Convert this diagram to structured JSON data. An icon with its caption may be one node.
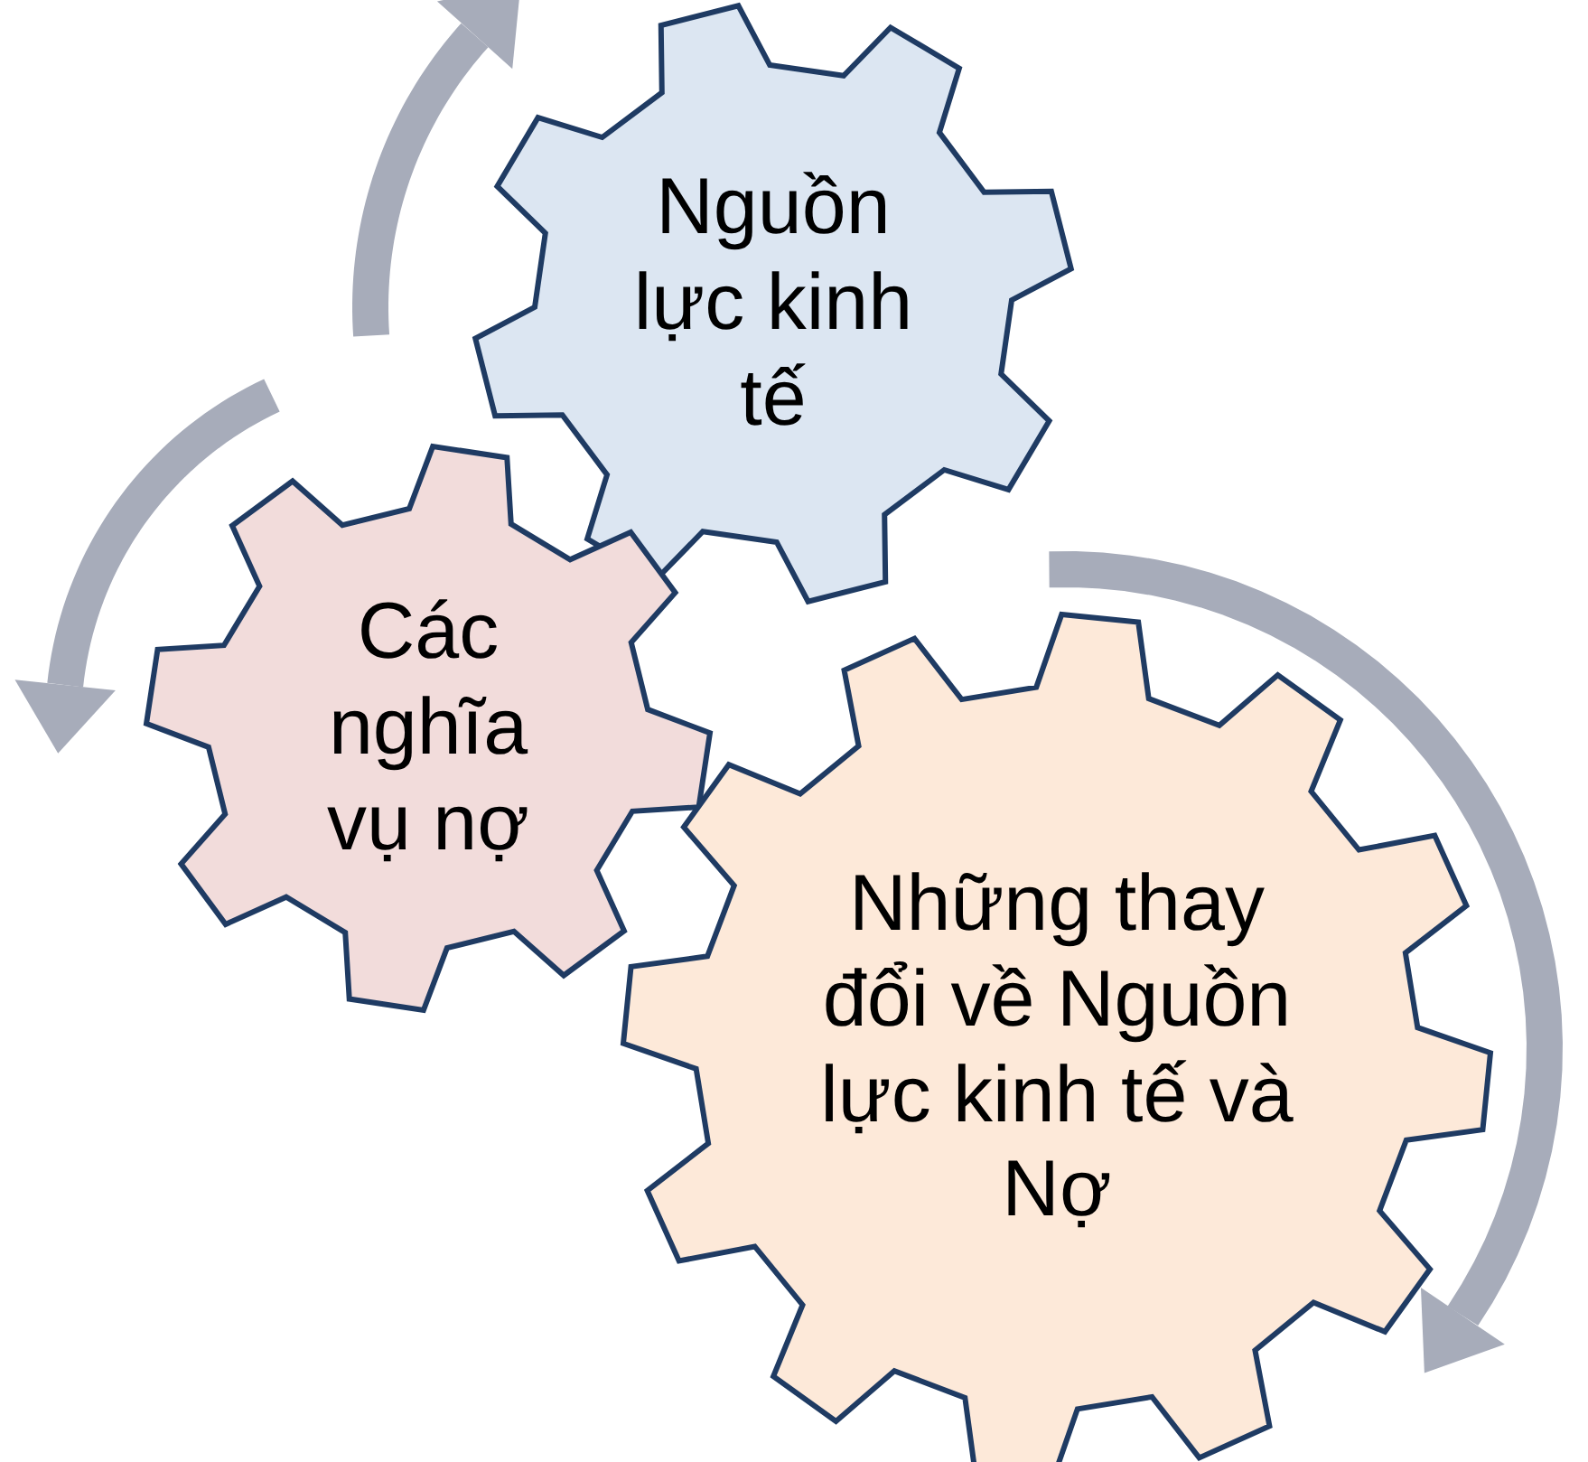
{
  "diagram": {
    "nodes": [
      {
        "text": [
          "Nguồn lực kinh tế"
        ]
      },
      {
        "text": [
          "Các nghĩa vụ nợ"
        ]
      },
      {
        "text": [
          "Những thay đổi về Nguồn lực kinh tế và Nợ"
        ]
      }
    ]
  }
}
